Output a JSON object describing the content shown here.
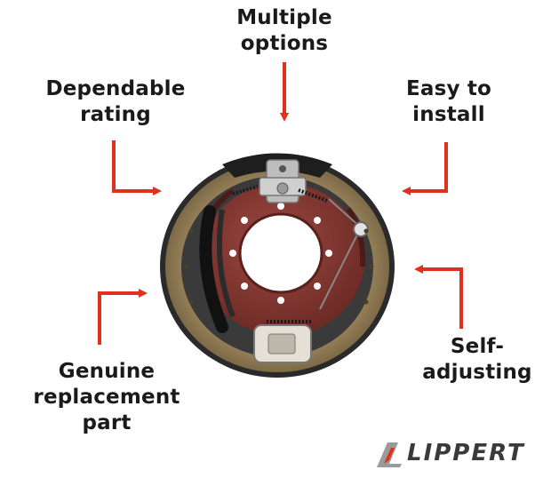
{
  "labels": {
    "top": [
      "Multiple",
      "options"
    ],
    "top_left": [
      "Dependable",
      "rating"
    ],
    "top_right": [
      "Easy to",
      "install"
    ],
    "bottom_left": [
      "Genuine",
      "replacement",
      "part"
    ],
    "bottom_right": [
      "Self-",
      "adjusting"
    ]
  },
  "brand": {
    "name": "LIPPERT",
    "accent_color": "#e0301e",
    "logo_color": "#3a3a3a"
  },
  "colors": {
    "arrow": "#e0301e",
    "text": "#1a1a1a",
    "backing_plate": "#8a3b34",
    "shoe": "#8e7a55"
  },
  "icons": {
    "product": "brake-assembly-image",
    "arrows": "callout-arrow-icon"
  }
}
